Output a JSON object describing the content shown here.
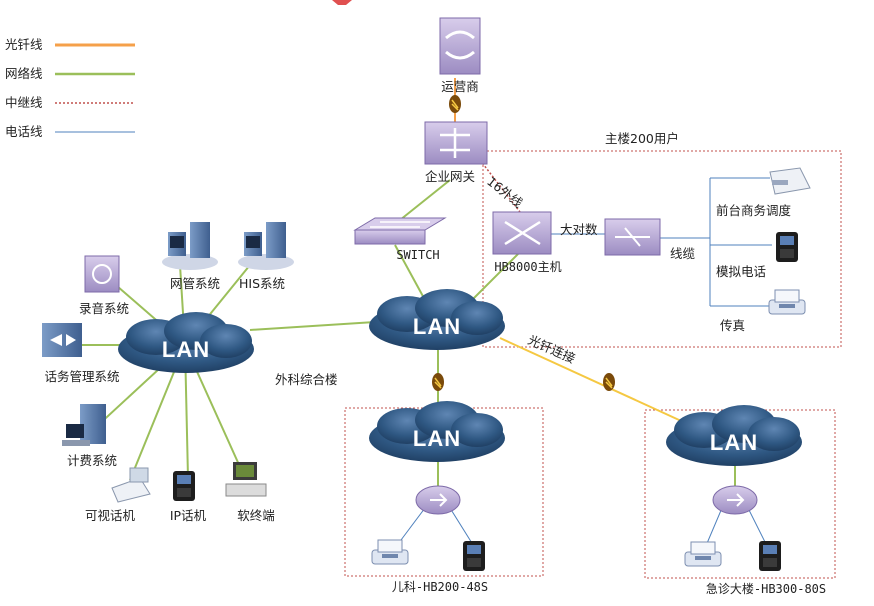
{
  "legend": {
    "items": [
      {
        "label": "光钎线",
        "color": "#f5a04a"
      },
      {
        "label": "网络线",
        "color": "#9bbf5a"
      },
      {
        "label": "中继线",
        "color": "#c0504d"
      },
      {
        "label": "电话线",
        "color": "#4f81bd"
      }
    ]
  },
  "nodes": {
    "carrier": "运营商",
    "gateway": "企业网关",
    "switch": "SWITCH",
    "hb8000": "HB8000主机",
    "main_building": "主楼200用户",
    "big_pair": "大对数",
    "trunk16": "16外线",
    "cable": "线缆",
    "front_desk": "前台商务调度",
    "analog_phone": "模拟电话",
    "fax": "传真",
    "fiber_link": "光钎连接",
    "surgery": "外科综合楼",
    "nms": "网管系统",
    "his": "HIS系统",
    "recorder": "录音系统",
    "call_mgmt": "话务管理系统",
    "billing": "计费系统",
    "video_phone": "可视话机",
    "ip_phone": "IP话机",
    "softphone": "软终端",
    "pediatrics": "儿科-HB200-48S",
    "emergency": "急诊大楼-HB300-80S",
    "lan": "LAN"
  },
  "colors": {
    "fiber": "#f5a04a",
    "network": "#9bbf5a",
    "trunk": "#c0504d",
    "phone": "#4f81bd",
    "device": "#b9a9d6",
    "lan_cloud": "#2a4f7a"
  }
}
